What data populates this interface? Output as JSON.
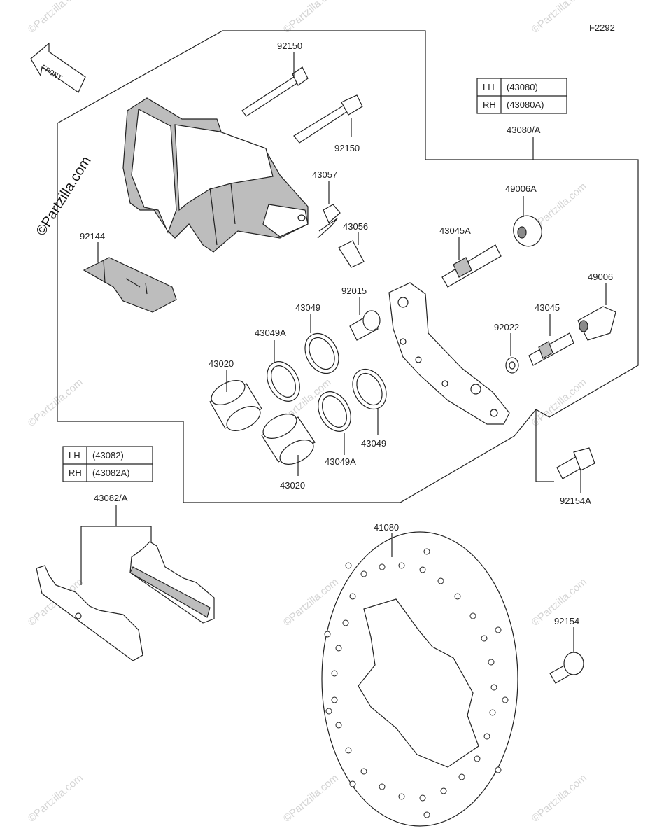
{
  "diagram_code": "F2292",
  "front_label": "FRONT",
  "watermark": "©Partzilla.com",
  "parts": {
    "caliper_bolt_top": "92150",
    "caliper_bolt_lower": "92150",
    "pad_spring": "92144",
    "bleeder_cap": "43057",
    "bleeder_valve": "43056",
    "piston_upper": "43020",
    "piston_lower": "43020",
    "seal_a_upper": "43049A",
    "seal_upper": "43049",
    "seal_a_lower": "43049A",
    "seal_lower": "43049",
    "bracket_pin_bushing": "92015",
    "bracket_assy": "43080/A",
    "pin_boot_a": "49006A",
    "slide_pin_a": "43045A",
    "pin_boot": "49006",
    "slide_pin": "43045",
    "washer": "92022",
    "bracket_bolt": "92154A",
    "pad_set": "43082/A",
    "disc": "41080",
    "disc_bolt": "92154"
  },
  "table_bracket": [
    {
      "side": "LH",
      "code": "(43080)"
    },
    {
      "side": "RH",
      "code": "(43080A)"
    }
  ],
  "table_pads": [
    {
      "side": "LH",
      "code": "(43082)"
    },
    {
      "side": "RH",
      "code": "(43082A)"
    }
  ]
}
